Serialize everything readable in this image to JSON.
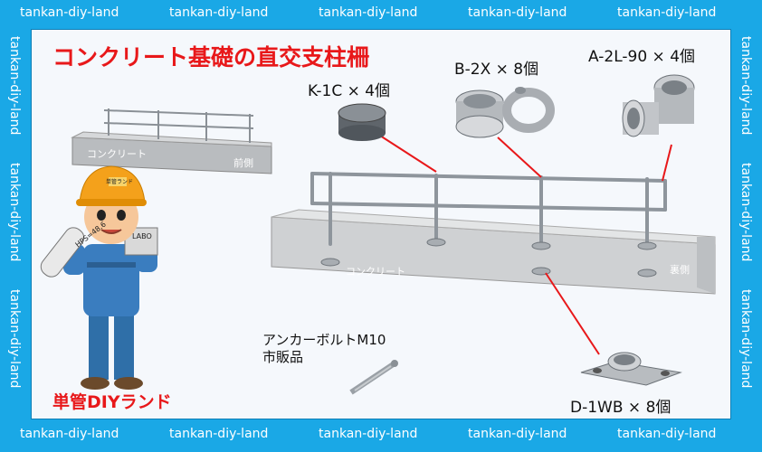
{
  "watermark": "tankan-diy-land",
  "title": "コンクリート基礎の直交支柱柵",
  "parts": {
    "k1c": "K-1C × 4個",
    "b2x": "B-2X × 8個",
    "a2l90": "A-2L-90 × 4個",
    "d1wb": "D-1WB × 8個"
  },
  "wall_labels": {
    "small_concrete": "コンクリート",
    "small_front": "前側",
    "big_concrete": "コンクリート",
    "big_back": "裏側"
  },
  "anchor": {
    "line1": "アンカーボルトM10",
    "line2": "市販品"
  },
  "brand": "単管DIYランド",
  "mascot": {
    "roll_text": "HPS=48.6",
    "helmet_text": "単管ランド",
    "box_text": "LABO"
  },
  "colors": {
    "frame": "#1aa8e6",
    "title_red": "#e8181a",
    "leader_red": "#e8181a",
    "pipe": "#9aa0a6",
    "concrete": "#cfd1d3"
  }
}
